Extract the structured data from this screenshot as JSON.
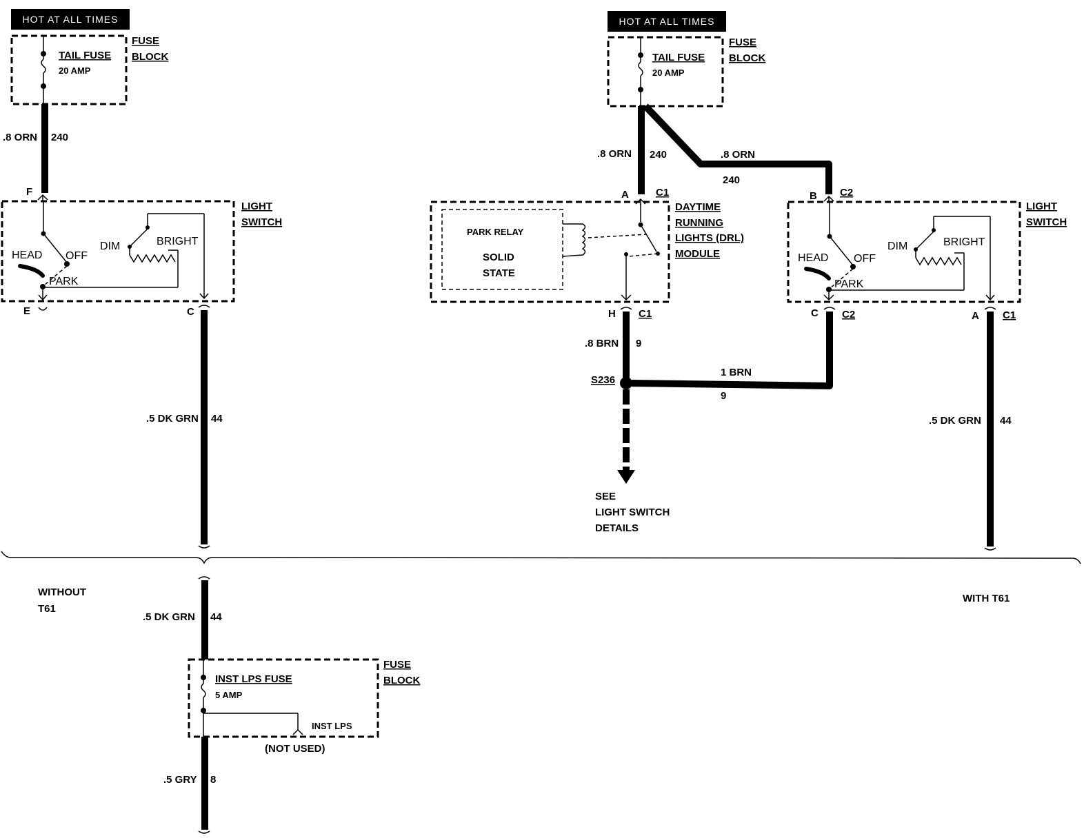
{
  "left": {
    "hot_label": "HOT AT ALL TIMES",
    "fuse_name": "TAIL FUSE",
    "fuse_rating": "20 AMP",
    "fuse_block_1": "FUSE",
    "fuse_block_2": "BLOCK",
    "wire_in_gauge": ".8 ORN",
    "wire_in_circuit": "240",
    "terminal_f": "F",
    "switch_label_1": "LIGHT",
    "switch_label_2": "SWITCH",
    "head": "HEAD",
    "off": "OFF",
    "park": "PARK",
    "dim": "DIM",
    "bright": "BRIGHT",
    "terminal_e": "E",
    "terminal_c": "C",
    "wire_out_gauge": ".5 DK GRN",
    "wire_out_circuit": "44"
  },
  "right": {
    "hot_label": "HOT AT ALL TIMES",
    "fuse_name": "TAIL FUSE",
    "fuse_rating": "20 AMP",
    "fuse_block_1": "FUSE",
    "fuse_block_2": "BLOCK",
    "wire_a_gauge": ".8 ORN",
    "wire_a_circuit": "240",
    "wire_b_gauge": ".8 ORN",
    "wire_b_circuit": "240",
    "term_a": "A",
    "conn_c1_top": "C1",
    "term_b": "B",
    "conn_c2_top": "C2",
    "module_1": "DAYTIME",
    "module_2": "RUNNING",
    "module_3": "LIGHTS (DRL)",
    "module_4": "MODULE",
    "park_relay": "PARK RELAY",
    "solid": "SOLID",
    "state": "STATE",
    "term_h": "H",
    "conn_c1_h": "C1",
    "wire_h_gauge": ".8 BRN",
    "wire_h_circuit": "9",
    "splice": "S236",
    "wire_s_gauge": "1 BRN",
    "wire_s_circuit": "9",
    "see_1": "SEE",
    "see_2": "LIGHT SWITCH",
    "see_3": "DETAILS",
    "switch_label_1": "LIGHT",
    "switch_label_2": "SWITCH",
    "head": "HEAD",
    "off": "OFF",
    "park": "PARK",
    "dim": "DIM",
    "bright": "BRIGHT",
    "term_c": "C",
    "conn_c2_bot": "C2",
    "term_a_bot": "A",
    "conn_c1_bot": "C1",
    "wire_out_gauge": ".5 DK GRN",
    "wire_out_circuit": "44"
  },
  "bottom": {
    "without_1": "WITHOUT",
    "without_2": "T61",
    "with_label": "WITH T61",
    "wire_in_gauge": ".5 DK GRN",
    "wire_in_circuit": "44",
    "fuse_name": "INST LPS FUSE",
    "fuse_rating": "5 AMP",
    "fuse_block_1": "FUSE",
    "fuse_block_2": "BLOCK",
    "inst_lps": "INST LPS",
    "not_used": "(NOT USED)",
    "wire_out_gauge": ".5 GRY",
    "wire_out_circuit": "8"
  }
}
